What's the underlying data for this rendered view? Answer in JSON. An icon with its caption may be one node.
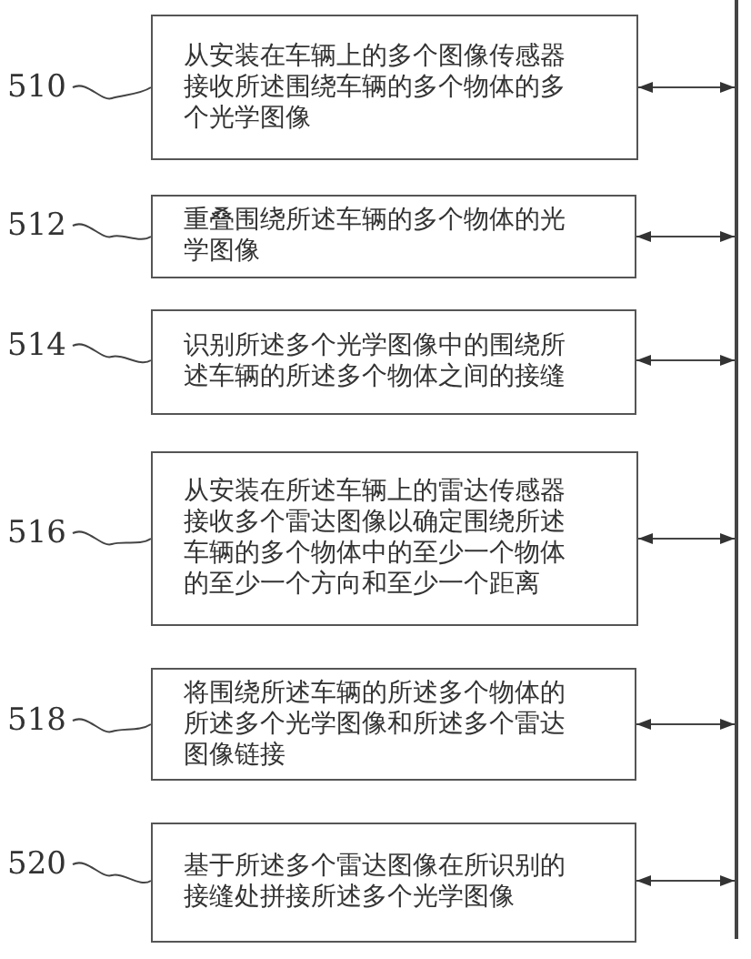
{
  "diagram": {
    "nodes": [
      {
        "text": [
          "510"
        ]
      },
      {
        "text": [
          "从安装在车辆上的多个图像传感器接收所述围绕车辆的多个物体的多个光学图像"
        ]
      },
      {
        "text": [
          "512"
        ]
      },
      {
        "text": [
          "重叠围绕所述车辆的多个物体的光学图像"
        ]
      },
      {
        "text": [
          "514"
        ]
      },
      {
        "text": [
          "识别所述多个光学图像中的围绕所述车辆的所述多个物体之间的接缝"
        ]
      },
      {
        "text": [
          "516"
        ]
      },
      {
        "text": [
          "从安装在所述车辆上的雷达传感器接收多个雷达图像以确定围绕所述车辆的多个物体中的至少一个物体的至少一个方向和至少一个距离"
        ]
      },
      {
        "text": [
          "518"
        ]
      },
      {
        "text": [
          "将围绕所述车辆的所述多个物体的所述多个光学图像和所述多个雷达图像链接"
        ]
      },
      {
        "text": [
          "520"
        ]
      },
      {
        "text": [
          "基于所述多个雷达图像在所识别的接缝处拼接所述多个光学图像"
        ]
      },
      {
        "text": [],
        "shape": "bar"
      }
    ],
    "edges": [
      {
        "from": 0,
        "to": 1,
        "arrow": "none"
      },
      {
        "from": 1,
        "to": 12,
        "arrow": "both"
      },
      {
        "from": 2,
        "to": 3,
        "arrow": "none"
      },
      {
        "from": 3,
        "to": 12,
        "arrow": "both"
      },
      {
        "from": 4,
        "to": 5,
        "arrow": "none"
      },
      {
        "from": 5,
        "to": 12,
        "arrow": "both"
      },
      {
        "from": 6,
        "to": 7,
        "arrow": "none"
      },
      {
        "from": 7,
        "to": 12,
        "arrow": "both"
      },
      {
        "from": 8,
        "to": 9,
        "arrow": "none"
      },
      {
        "from": 9,
        "to": 12,
        "arrow": "both"
      },
      {
        "from": 10,
        "to": 11,
        "arrow": "none"
      },
      {
        "from": 11,
        "to": 12,
        "arrow": "both"
      }
    ]
  }
}
